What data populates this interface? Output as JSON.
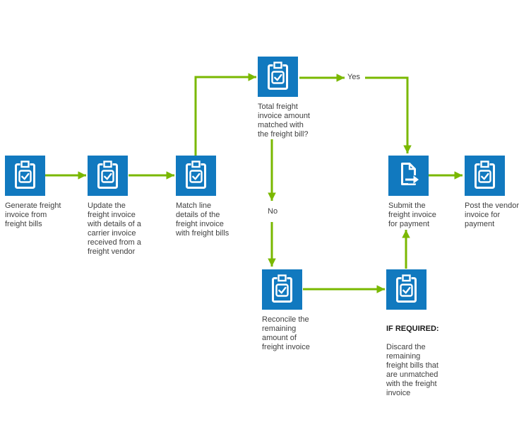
{
  "diagram": {
    "colors": {
      "node_fill": "#1179BF",
      "icon_stroke": "#FFFFFF",
      "connector": "#7AB800",
      "label_text": "#404040"
    },
    "nodes": [
      {
        "id": "generate",
        "icon": "clipboard-check-icon",
        "label": [
          "Generate freight",
          "invoice from",
          "freight bills"
        ]
      },
      {
        "id": "update",
        "icon": "clipboard-check-icon",
        "label": [
          "Update the",
          "freight invoice",
          "with details of a",
          "carrier invoice",
          "received from a",
          "freight vendor"
        ]
      },
      {
        "id": "match",
        "icon": "clipboard-check-icon",
        "label": [
          "Match line",
          "details of the",
          "freight invoice",
          "with freight bills"
        ]
      },
      {
        "id": "total",
        "icon": "clipboard-check-icon",
        "label": [
          "Total freight",
          "invoice amount",
          "matched with",
          "the freight bill?"
        ]
      },
      {
        "id": "submit",
        "icon": "document-submit-icon",
        "label": [
          "Submit the",
          "freight invoice",
          "for payment"
        ]
      },
      {
        "id": "post",
        "icon": "clipboard-check-icon",
        "label": [
          "Post the vendor",
          "invoice for",
          "payment"
        ]
      },
      {
        "id": "reconcile",
        "icon": "clipboard-check-icon",
        "label": [
          "Reconcile the",
          "remaining",
          "amount of",
          "freight invoice"
        ]
      },
      {
        "id": "discard",
        "icon": "clipboard-check-icon",
        "label_heading": "IF REQUIRED:",
        "label": [
          "Discard the",
          "remaining",
          "freight bills that",
          "are unmatched",
          "with the freight",
          "invoice"
        ]
      }
    ],
    "edge_labels": {
      "yes": "Yes",
      "no": "No"
    }
  }
}
